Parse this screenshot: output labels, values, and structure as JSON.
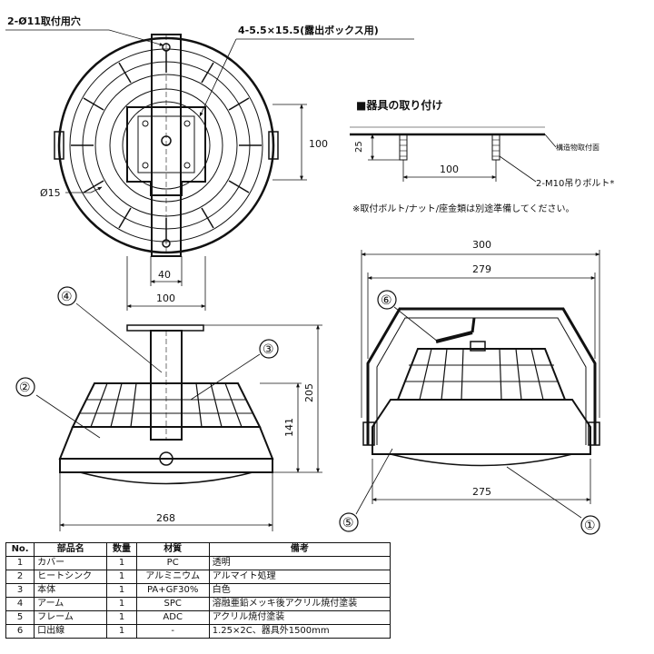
{
  "top_view": {
    "hole_label": "2-Ø11取付用穴",
    "slot_label": "4-5.5×15.5(露出ボックス用)",
    "dia_label": "Ø15",
    "dim_100_v": "100",
    "dim_40": "40",
    "dim_100_h": "100"
  },
  "mount": {
    "title": "■器具の取り付け",
    "ceiling_label": "構造物取付面",
    "dim_25": "25",
    "dim_100": "100",
    "bolt_label": "2-M10吊りボルト*",
    "note": "※取付ボルト/ナット/座金類は別途準備してください。"
  },
  "side_view": {
    "dim_205": "205",
    "dim_141": "141",
    "dim_268": "268",
    "callouts": [
      "④",
      "③",
      "②"
    ]
  },
  "front_view": {
    "dim_300": "300",
    "dim_279": "279",
    "dim_275": "275",
    "callouts": [
      "⑥",
      "⑤",
      "①"
    ]
  },
  "spec_table": {
    "headers": [
      "No.",
      "部品名",
      "数量",
      "材質",
      "備考"
    ],
    "rows": [
      [
        "1",
        "カバー",
        "1",
        "PC",
        "透明"
      ],
      [
        "2",
        "ヒートシンク",
        "1",
        "アルミニウム",
        "アルマイト処理"
      ],
      [
        "3",
        "本体",
        "1",
        "PA+GF30%",
        "白色"
      ],
      [
        "4",
        "アーム",
        "1",
        "SPC",
        "溶融亜鉛メッキ後アクリル焼付塗装"
      ],
      [
        "5",
        "フレーム",
        "1",
        "ADC",
        "アクリル焼付塗装"
      ],
      [
        "6",
        "口出線",
        "1",
        "-",
        "1.25×2C、器具外1500mm"
      ]
    ]
  }
}
